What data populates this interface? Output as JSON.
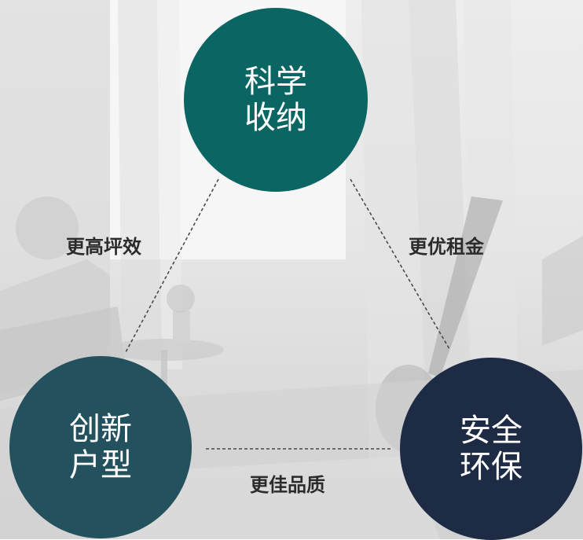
{
  "nodes": {
    "top": {
      "line1": "科学",
      "line2": "收纳",
      "color": "#0b6563"
    },
    "left": {
      "line1": "创新",
      "line2": "户型",
      "color": "#24515e"
    },
    "right": {
      "line1": "安全",
      "line2": "环保",
      "color": "#1d2b45"
    }
  },
  "edges": {
    "left": "更高坪效",
    "right": "更优租金",
    "bottom": "更佳品质"
  },
  "connector_color": "#4a4a4a"
}
